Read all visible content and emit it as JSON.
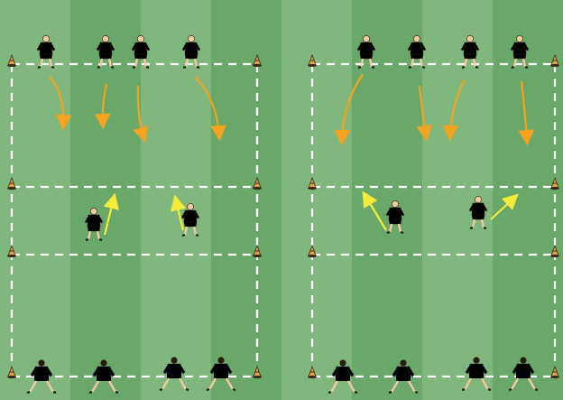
{
  "pitch": {
    "stripe_light": "#7fb77c",
    "stripe_dark": "#6aa86a",
    "line_color": "#ffffff",
    "cone_color": "#e8a04a",
    "cone_outline": "#3a2a1a"
  },
  "teams": {
    "attackers": {
      "label": "",
      "jersey": "#e3482e",
      "shorts": "#ffffff",
      "icon": "rugby-player-red-icon"
    },
    "support": {
      "label": "",
      "jersey": "#f2e23a",
      "shorts": "#ffffff",
      "icon": "rugby-player-yellow-icon"
    },
    "defenders": {
      "label": "",
      "jersey": "#2a66b5",
      "shorts": "#1c2f6a",
      "icon": "rugby-player-blue-icon"
    }
  },
  "arrows": {
    "run_color": "#f5a21f",
    "pass_color": "#f4ec38"
  },
  "drills": [
    {
      "name": "left-drill",
      "attackers": 4,
      "support": 2,
      "defenders": 4
    },
    {
      "name": "right-drill",
      "attackers": 4,
      "support": 2,
      "defenders": 4
    }
  ]
}
